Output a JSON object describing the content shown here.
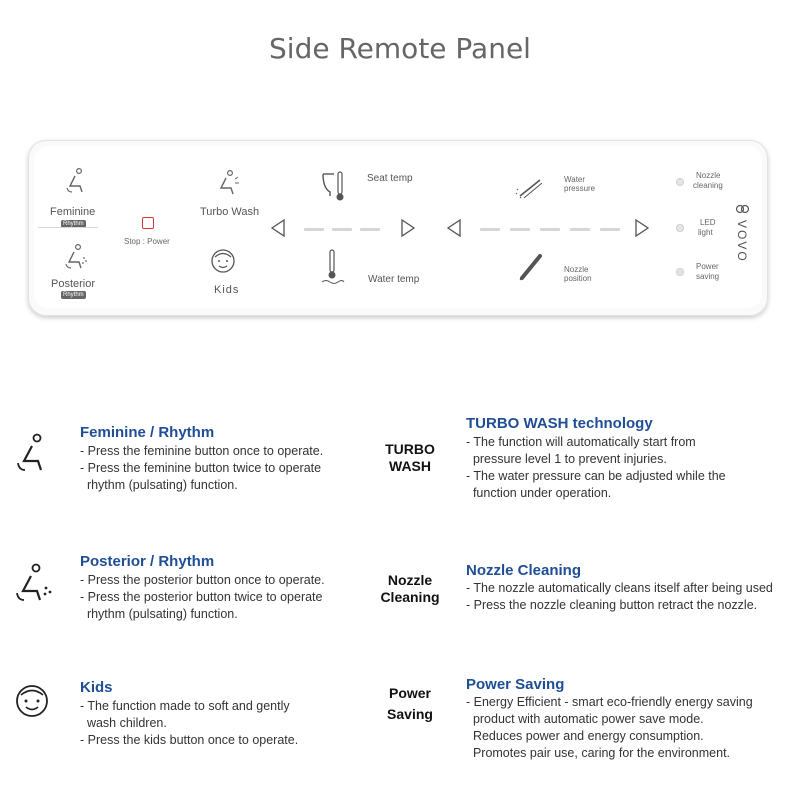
{
  "page": {
    "title": "Side Remote Panel"
  },
  "panel": {
    "feminine_label": "Feminine",
    "posterior_label": "Posterior",
    "rhythm_tag": "Rhythm",
    "stop_label": "Stop : Power",
    "turbo_label": "Turbo Wash",
    "kids_label": "Kids",
    "seat_temp_label": "Seat temp",
    "water_temp_label": "Water temp",
    "water_pressure_label": [
      "Water",
      "pressure"
    ],
    "nozzle_position_label": [
      "Nozzle",
      "position"
    ],
    "nozzle_cleaning_label": [
      "Nozzle",
      "cleaning"
    ],
    "led_light_label": [
      "LED",
      "light"
    ],
    "power_saving_label": [
      "Power",
      "saving"
    ],
    "brand": "VOVO",
    "colors": {
      "stop_button": "#d23a3a",
      "panel_face": "#ffffff",
      "segment": "#d6d6d6"
    }
  },
  "features": {
    "feminine": {
      "title": "Feminine / Rhythm",
      "lines": [
        "- Press the feminine button once to operate.",
        "- Press the feminine button twice to operate",
        "  rhythm (pulsating) function."
      ]
    },
    "posterior": {
      "title": "Posterior / Rhythm",
      "lines": [
        "- Press the posterior button once to operate.",
        "- Press the posterior button twice to operate",
        "  rhythm (pulsating) function."
      ]
    },
    "kids": {
      "title": "Kids",
      "lines": [
        "- The function made to soft and gently",
        "  wash children.",
        "- Press the kids button once to operate."
      ]
    },
    "turbo": {
      "mid_label": [
        "TURBO",
        "WASH"
      ],
      "title": "TURBO WASH technology",
      "lines": [
        "- The function will automatically start from",
        "  pressure level 1 to prevent injuries.",
        "- The water pressure can be adjusted while the",
        "  function under operation."
      ]
    },
    "nozzle": {
      "mid_label": [
        "Nozzle",
        "Cleaning"
      ],
      "title": "Nozzle Cleaning",
      "lines": [
        "- The nozzle automatically cleans itself after being used",
        "- Press the nozzle cleaning button retract the nozzle."
      ]
    },
    "power": {
      "mid_label": [
        "Power",
        "Saving"
      ],
      "title": "Power Saving",
      "lines": [
        "- Energy Efficient - smart eco-friendly energy saving",
        "  product with automatic power save mode.",
        "  Reduces power and energy consumption.",
        "  Promotes pair use, caring for the environment."
      ]
    },
    "colors": {
      "title": "#1f4e96"
    }
  }
}
